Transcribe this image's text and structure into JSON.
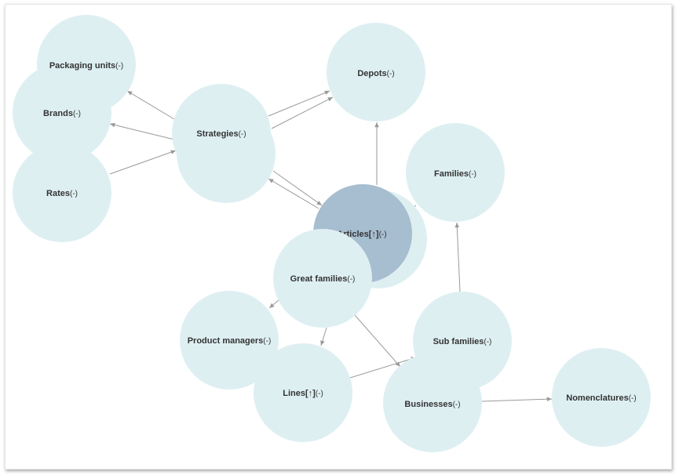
{
  "colors": {
    "node_fill": "#deeff2",
    "node_active_fill": "#a7bdd0",
    "edge": "#9a9a9a",
    "label": "#333333"
  },
  "nodes": {
    "packaging": {
      "name": "Packaging units",
      "suffix": "(-)"
    },
    "brands": {
      "name": "Brands",
      "suffix": "(-)"
    },
    "rates": {
      "name": "Rates",
      "suffix": "(-)"
    },
    "strategies": {
      "name": "Strategies",
      "suffix": "(-)"
    },
    "depots": {
      "name": "Depots",
      "suffix": "(-)"
    },
    "families": {
      "name": "Families",
      "suffix": "(-)"
    },
    "articles": {
      "name": "Articles[↑]",
      "suffix": "(-)"
    },
    "great_families": {
      "name": "Great families",
      "suffix": "(-)"
    },
    "product_managers": {
      "name": "Product managers",
      "suffix": "(-)"
    },
    "lines": {
      "name": "Lines[↑]",
      "suffix": "(-)"
    },
    "sub_families": {
      "name": "Sub families",
      "suffix": "(-)"
    },
    "businesses": {
      "name": "Businesses",
      "suffix": "(-)"
    },
    "nomenclatures": {
      "name": "Nomenclatures",
      "suffix": "(-)"
    }
  }
}
